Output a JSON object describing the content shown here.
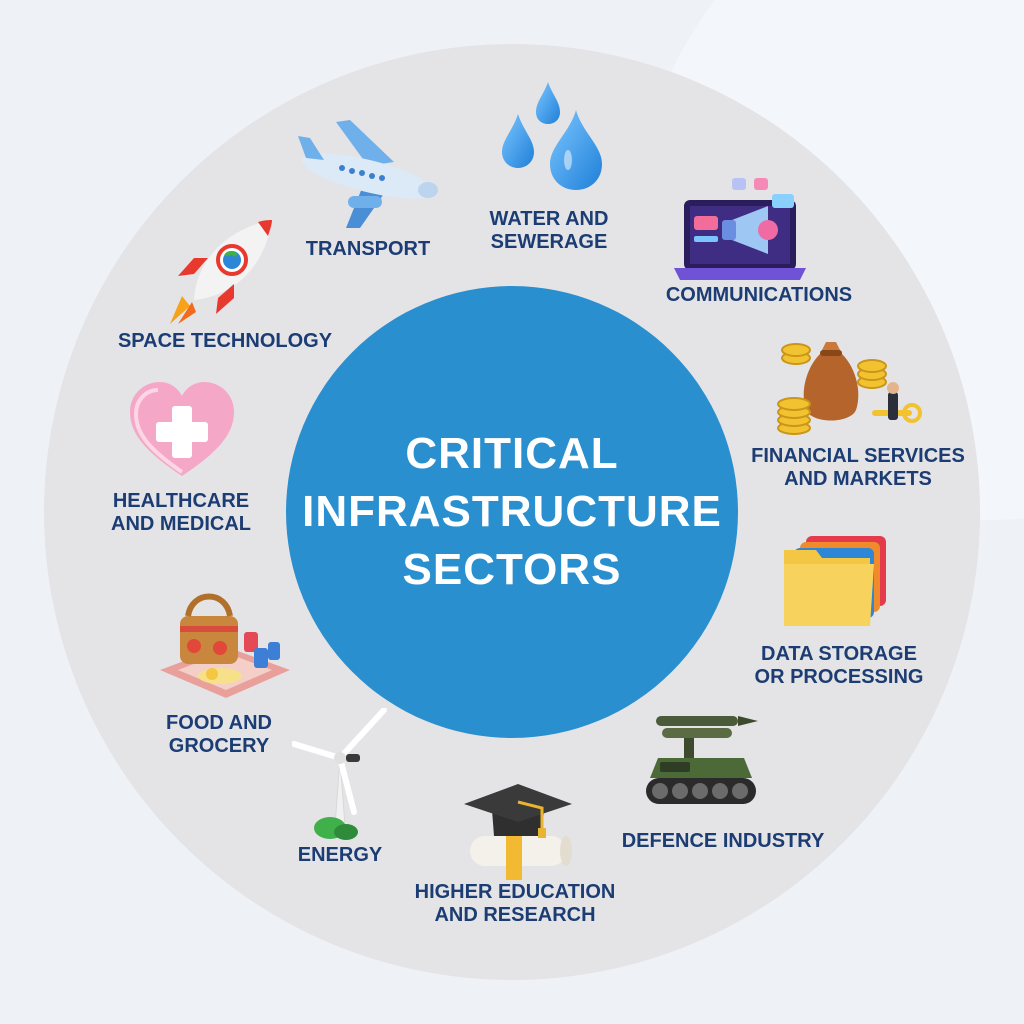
{
  "center": {
    "lines": [
      "CRITICAL",
      "INFRASTRUCTURE",
      "SECTORS"
    ]
  },
  "colors": {
    "center_circle": "#2a8fcf",
    "outer_circle": "#e4e4e7",
    "label_text": "#1c3d73",
    "background": "#eef2f7"
  },
  "sectors": [
    {
      "icon": "airplane-icon",
      "lines": [
        "TRANSPORT"
      ]
    },
    {
      "icon": "water-drops-icon",
      "lines": [
        "WATER AND",
        "SEWERAGE"
      ]
    },
    {
      "icon": "laptop-megaphone-icon",
      "lines": [
        "COMMUNICATIONS"
      ]
    },
    {
      "icon": "money-bag-coins-icon",
      "lines": [
        "FINANCIAL SERVICES",
        "AND MARKETS"
      ]
    },
    {
      "icon": "folder-icon",
      "lines": [
        "DATA STORAGE",
        "OR PROCESSING"
      ]
    },
    {
      "icon": "missile-tank-icon",
      "lines": [
        "DEFENCE INDUSTRY"
      ]
    },
    {
      "icon": "graduation-cap-diploma-icon",
      "lines": [
        "HIGHER EDUCATION",
        "AND RESEARCH"
      ]
    },
    {
      "icon": "wind-turbine-icon",
      "lines": [
        "ENERGY"
      ]
    },
    {
      "icon": "picnic-basket-icon",
      "lines": [
        "FOOD AND",
        "GROCERY"
      ]
    },
    {
      "icon": "heart-cross-icon",
      "lines": [
        "HEALTHCARE",
        "AND MEDICAL"
      ]
    },
    {
      "icon": "rocket-icon",
      "lines": [
        "SPACE TECHNOLOGY"
      ]
    }
  ]
}
